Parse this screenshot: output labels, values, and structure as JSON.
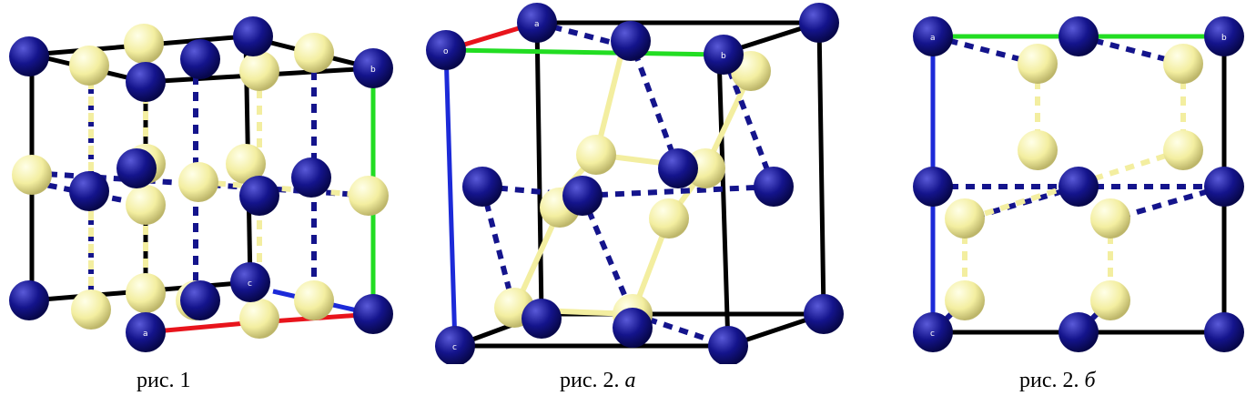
{
  "figures": [
    {
      "id": "fig1",
      "caption_main": "рис. 1",
      "caption_italic": "",
      "corner_labels": [
        "a",
        "b",
        "c"
      ]
    },
    {
      "id": "fig2a",
      "caption_main": "рис. 2. ",
      "caption_italic": "а",
      "corner_labels": [
        "o",
        "a",
        "b",
        "c"
      ]
    },
    {
      "id": "fig2b",
      "caption_main": "рис. 2. ",
      "caption_italic": "б",
      "corner_labels": [
        "a",
        "b",
        "c"
      ]
    }
  ],
  "colors": {
    "atom_blue": "#14148c",
    "atom_yellow": "#f3eea0",
    "axis_a": "#e8141c",
    "axis_b": "#22dd22",
    "axis_c": "#1c2ad8",
    "cell_edge": "#000000"
  }
}
